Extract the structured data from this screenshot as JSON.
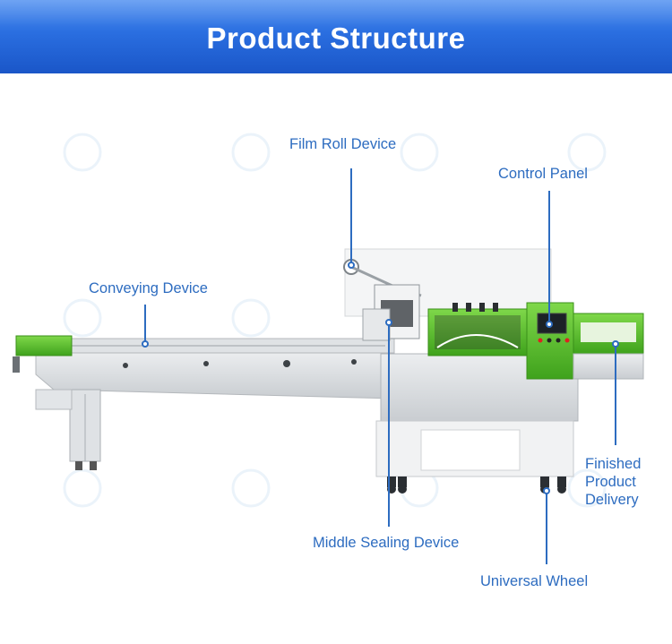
{
  "header": {
    "title": "Product Structure"
  },
  "callouts": {
    "film_roll": "Film Roll Device",
    "control_panel": "Control Panel",
    "conveying": "Conveying Device",
    "finished_line1": "Finished",
    "finished_line2": "Product",
    "finished_line3": "Delivery",
    "middle_sealing": "Middle Sealing Device",
    "universal_wheel": "Universal Wheel"
  },
  "colors": {
    "banner": "#2a6ee0",
    "label_text": "#2d6cc0",
    "leader_line": "#2d6cc0",
    "machine_green": "#5cc02a",
    "machine_steel": "#d9dcdf"
  }
}
